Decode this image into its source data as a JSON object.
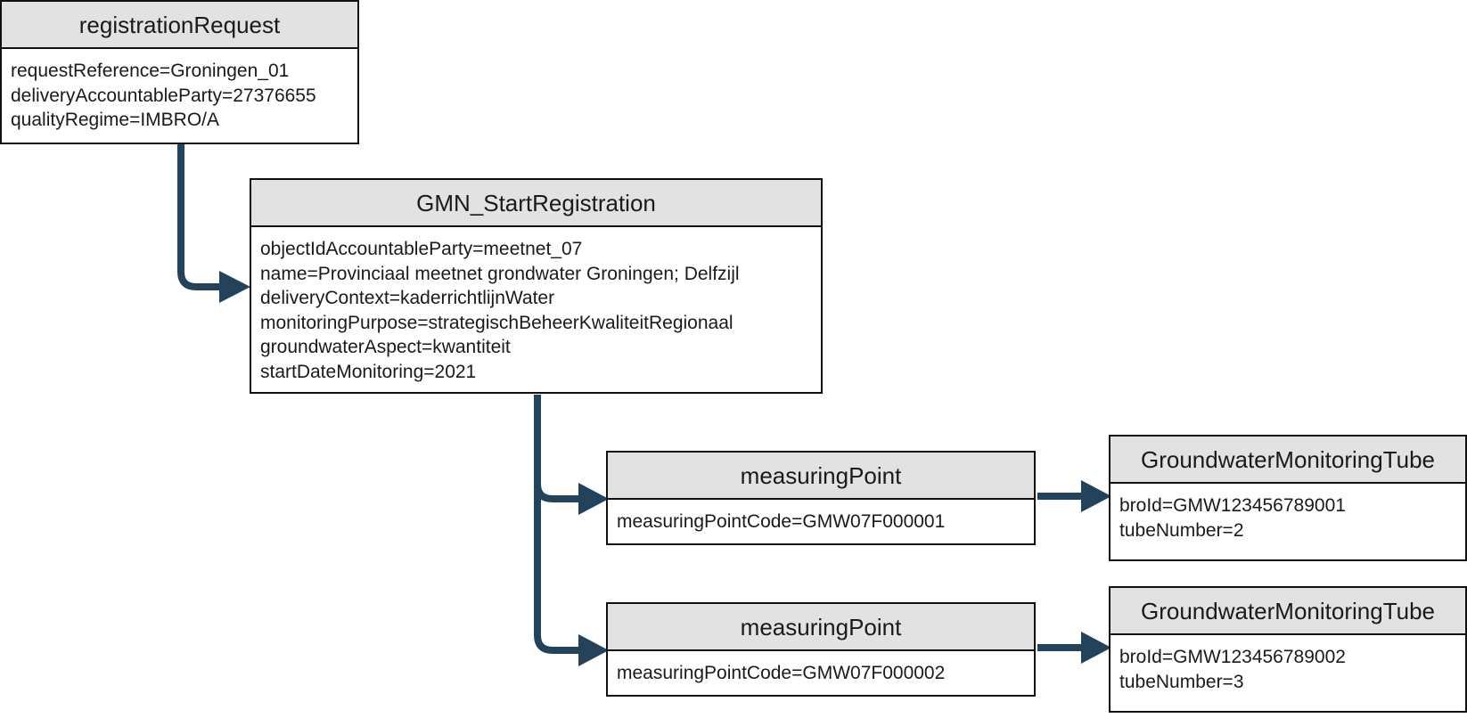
{
  "boxes": {
    "registrationRequest": {
      "title": "registrationRequest",
      "lines": [
        "requestReference=Groningen_01",
        "deliveryAccountableParty=27376655",
        "qualityRegime=IMBRO/A"
      ]
    },
    "gmnStart": {
      "title": "GMN_StartRegistration",
      "lines": [
        "objectIdAccountableParty=meetnet_07",
        "name=Provinciaal meetnet grondwater Groningen; Delfzijl",
        "deliveryContext=kaderrichtlijnWater",
        "monitoringPurpose=strategischBeheerKwaliteitRegionaal",
        "groundwaterAspect=kwantiteit",
        "startDateMonitoring=2021"
      ]
    },
    "measuringPoint1": {
      "title": "measuringPoint",
      "lines": [
        "measuringPointCode=GMW07F000001"
      ]
    },
    "measuringPoint2": {
      "title": "measuringPoint",
      "lines": [
        "measuringPointCode=GMW07F000002"
      ]
    },
    "tube1": {
      "title": "GroundwaterMonitoringTube",
      "lines": [
        "broId=GMW123456789001",
        "tubeNumber=2"
      ]
    },
    "tube2": {
      "title": "GroundwaterMonitoringTube",
      "lines": [
        "broId=GMW123456789002",
        "tubeNumber=3"
      ]
    }
  },
  "colors": {
    "connector": "#23425c",
    "header": "#e2e2e2",
    "border": "#111111"
  }
}
